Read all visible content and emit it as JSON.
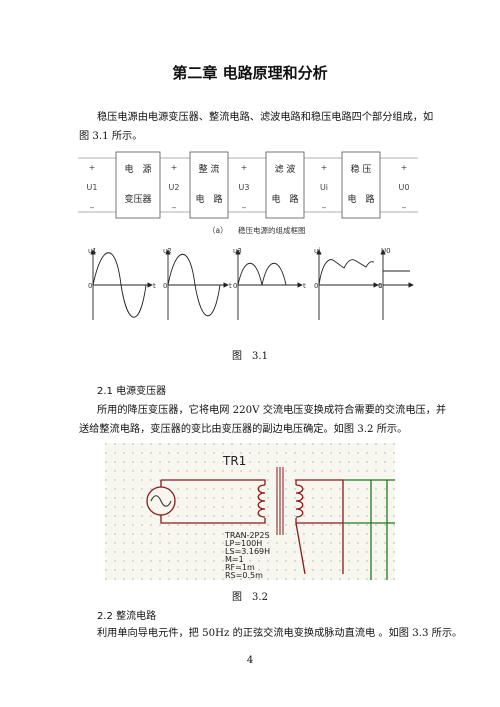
{
  "title": "第二章 电路原理和分析",
  "intro": {
    "line1": "稳压电源由电源变压器、整流电路、滤波电路和稳压电路四个部分组成，如",
    "line2": "图 3.1 所示。"
  },
  "block_diagram": {
    "labels": [
      "U1",
      "U2",
      "U3",
      "Ui",
      "U0"
    ],
    "plus": "+",
    "minus": "_",
    "blocks": [
      {
        "top": "电　源",
        "bottom": "变压器"
      },
      {
        "top": "整 流",
        "bottom": "电　路"
      },
      {
        "top": "滤 波",
        "bottom": "电　路"
      },
      {
        "top": "稳 压",
        "bottom": "电　路"
      }
    ],
    "caption_tag": "（a）",
    "caption": "稳压电源的组成框图"
  },
  "waveforms": {
    "y_labels": [
      "u1",
      "u2",
      "u3",
      "ui",
      "U0"
    ],
    "origin": "0",
    "t": "t"
  },
  "fig31_caption": "图　3.1",
  "section21": {
    "heading": "2.1 电源变压器",
    "line1": "所用的降压变压器，它将电网 220V 交流电压变换成符合需要的交流电压，并",
    "line2": "送给整流电路，变压器的变比由变压器的副边电压确定。如图 3.2 所示。"
  },
  "transformer": {
    "label": "TR1",
    "params": [
      "TRAN-2P2S",
      "LP=100H",
      "LS=3.169H",
      "M=1",
      "RF=1m",
      "RS=0.5m"
    ],
    "colors": {
      "wire": "#8b1a1a",
      "net": "#1f7a1f",
      "bg": "#f7f6ef"
    }
  },
  "fig32_caption": "图　3.2",
  "section22": {
    "heading": "2.2  整流电路",
    "line1": "利用单向导电元件，把 50Hz 的正弦交流电变换成脉动直流电 。如图 3.3 所示。"
  },
  "page_number": "4"
}
